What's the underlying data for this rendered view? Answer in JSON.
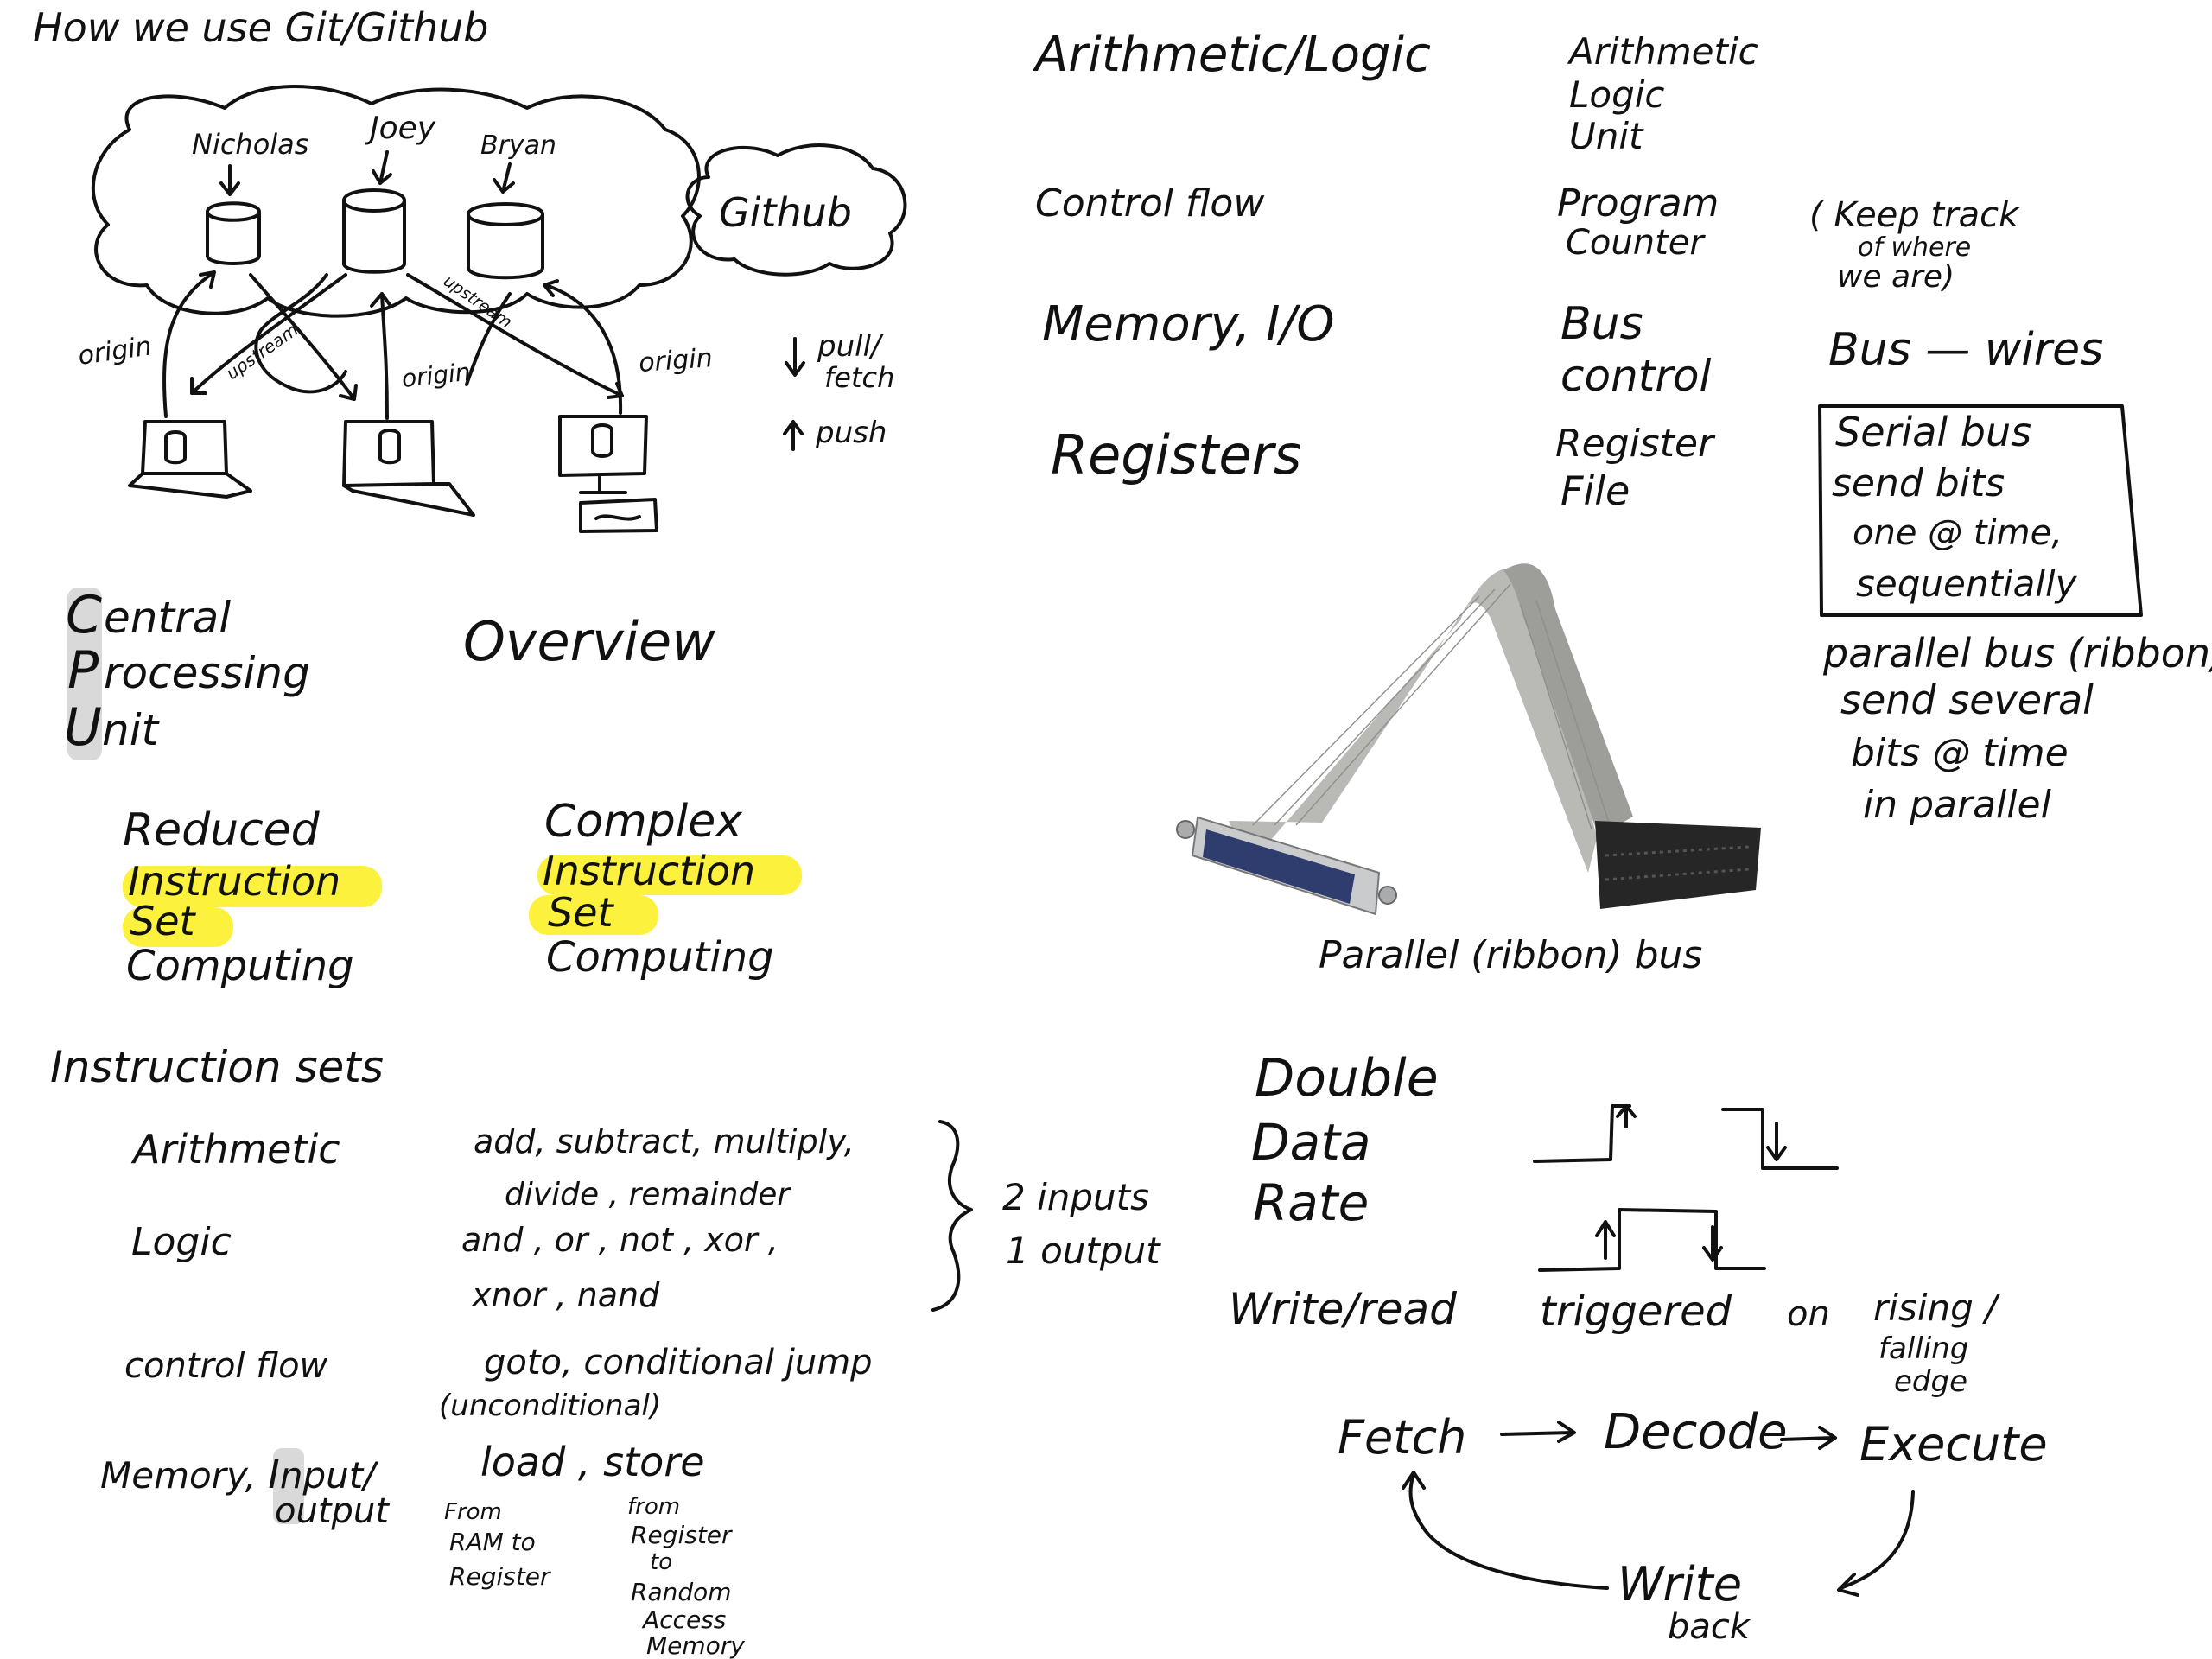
{
  "git": {
    "title": "How   we   use   Git/Github",
    "users": [
      "Nicholas",
      "Joey",
      "Bryan"
    ],
    "github_label": "Github",
    "arrow_labels": {
      "origin": "origin",
      "upstream": "upstream"
    },
    "legend": {
      "pull": "pull/",
      "fetch": "fetch",
      "push": "push"
    }
  },
  "cpu": {
    "letters": [
      "C",
      "P",
      "U"
    ],
    "rest": [
      "entral",
      "rocessing",
      "nit"
    ],
    "overview": "Overview"
  },
  "isa": {
    "risc": {
      "lines": [
        "Reduced",
        "Instruction",
        "Set",
        "Computing"
      ]
    },
    "cisc": {
      "lines": [
        "Complex",
        "Instruction",
        "Set",
        "Computing"
      ]
    }
  },
  "instruction_sets": {
    "title": "Instruction  sets",
    "rows": [
      {
        "label": "Arithmetic",
        "ops": [
          "add, subtract, multiply,",
          "divide , remainder"
        ]
      },
      {
        "label": "Logic",
        "ops": [
          "and , or , not , xor ,",
          "xnor , nand"
        ]
      },
      {
        "label": "control flow",
        "ops": [
          "goto, conditional jump",
          "(unconditional)"
        ]
      }
    ],
    "brace_note": [
      "2 inputs",
      "1 output"
    ],
    "memory_label": [
      "Memory, ",
      "I",
      "nput/",
      "output"
    ],
    "memory_ops": "load , store",
    "load_note": [
      "From",
      "RAM to",
      "Register"
    ],
    "store_note": [
      "from",
      "Register",
      "to",
      "Random",
      "Access",
      "Memory"
    ]
  },
  "components": [
    {
      "category": "Arithmetic/Logic",
      "name": [
        "Arithmetic",
        "Logic",
        "Unit"
      ]
    },
    {
      "category": "Control flow",
      "name": [
        "Program",
        "Counter"
      ],
      "note": [
        "( Keep track",
        "of where",
        "we are)"
      ]
    },
    {
      "category": "Memory, I/O",
      "name": [
        "Bus",
        "control"
      ],
      "note": [
        "Bus — wires"
      ]
    },
    {
      "category": "Registers",
      "name": [
        "Register",
        "File"
      ]
    }
  ],
  "bus": {
    "serial": [
      "Serial  bus",
      "send  bits",
      "one @ time,",
      "sequentially"
    ],
    "parallel": [
      "parallel bus (ribbon)",
      "send  several",
      "bits @ time",
      "in  parallel"
    ],
    "photo_caption": "Parallel (ribbon) bus"
  },
  "ddr": {
    "words": [
      "Double",
      "Data",
      "Rate"
    ],
    "trigger_text": [
      "Write/read",
      "triggered",
      "on",
      "rising /",
      "falling",
      "edge"
    ]
  },
  "cycle": {
    "steps": [
      "Fetch",
      "Decode",
      "Execute",
      "Write",
      "back"
    ]
  },
  "colors": {
    "highlight": "#fbef1a",
    "ink": "#111111",
    "cable": "#b9b9b6"
  }
}
